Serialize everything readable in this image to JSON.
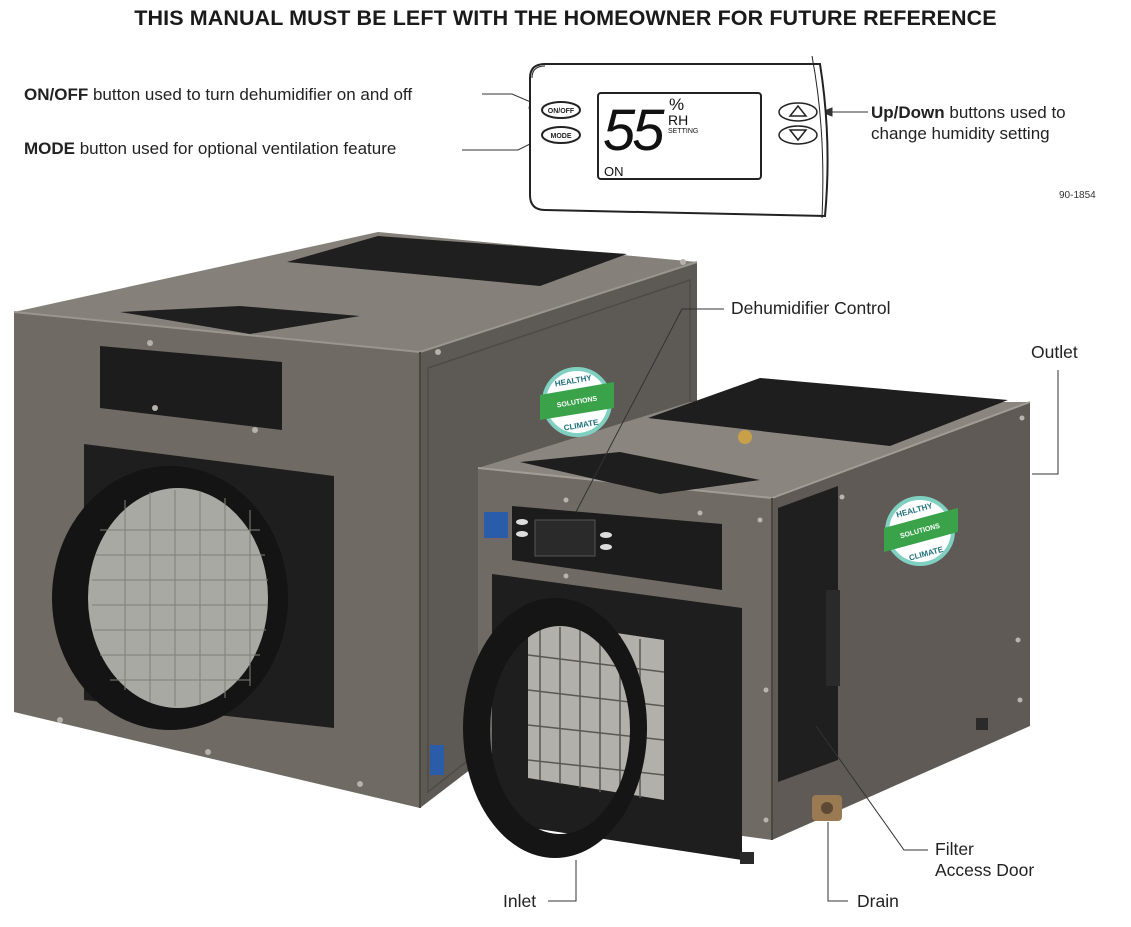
{
  "header": {
    "title": "THIS MANUAL MUST BE LEFT WITH THE HOMEOWNER FOR FUTURE REFERENCE"
  },
  "control_panel": {
    "onoff_button_label": "ON/OFF",
    "mode_button_label": "MODE",
    "display_value": "55",
    "display_unit": "%",
    "display_rh": "RH",
    "display_setting": "SETTING",
    "display_status": "ON",
    "part_number": "90-1854"
  },
  "callouts": {
    "onoff": {
      "bold": "ON/OFF",
      "text": " button used to turn dehumidifier on and off"
    },
    "mode": {
      "bold": "MODE",
      "text": " button used for optional ventilation feature"
    },
    "updown": {
      "bold": "Up/Down",
      "text_line1": " buttons used to",
      "text_line2": "change humidity setting"
    }
  },
  "product_labels": {
    "control": "Dehumidifier Control",
    "outlet": "Outlet",
    "filter_line1": "Filter",
    "filter_line2": "Access Door",
    "inlet": "Inlet",
    "drain": "Drain"
  },
  "logo": {
    "top_word": "HEALTHY",
    "band_word": "SOLUTIONS",
    "bottom_word": "CLIMATE"
  },
  "colors": {
    "cabinet": "#6f6a63",
    "cabinet_dark": "#4f4b46",
    "black": "#1c1c1c",
    "logo_green": "#3aa34a",
    "logo_teal": "#7fd0c0"
  }
}
